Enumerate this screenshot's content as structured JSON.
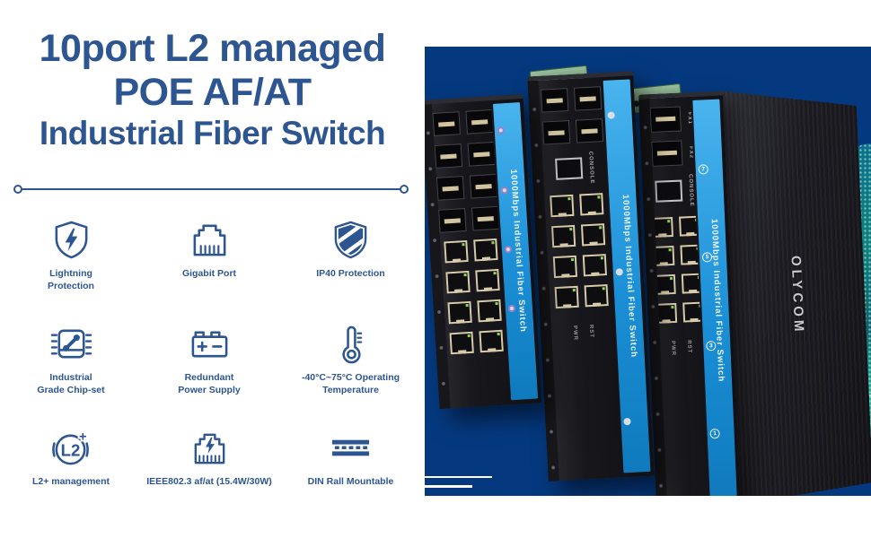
{
  "title": {
    "line1": "10port L2 managed",
    "line2": "POE AF/AT",
    "line3": "Industrial Fiber Switch"
  },
  "features": [
    {
      "icon": "shield-lightning-icon",
      "label": "Lightning\nProtection"
    },
    {
      "icon": "ethernet-port-icon",
      "label": "Gigabit Port"
    },
    {
      "icon": "shield-stripe-icon",
      "label": "IP40 Protection"
    },
    {
      "icon": "chipset-icon",
      "label": "Industrial\nGrade Chip-set"
    },
    {
      "icon": "battery-icon",
      "label": "Redundant\nPower Supply"
    },
    {
      "icon": "thermometer-icon",
      "label": "-40°C~75°C Operating\nTemperature"
    },
    {
      "icon": "l2-plus-icon",
      "label": "L2+ management"
    },
    {
      "icon": "poe-port-icon",
      "label": "IEEE802.3 af/at (15.4W/30W)"
    },
    {
      "icon": "din-rail-icon",
      "label": "DIN Rall Mountable"
    }
  ],
  "product": {
    "strip_label": "1000Mbps Industrial Fiber Switch",
    "brand": "OLYCOM",
    "console_label": "CONSOLE",
    "fx_labels": [
      "FX1",
      "FX2"
    ],
    "port_numbers": [
      "7",
      "5",
      "3",
      "1"
    ],
    "led_labels": [
      "PWR",
      "RST"
    ]
  },
  "colors": {
    "accent": "#2d5591",
    "photo_bg": "#05397f",
    "strip_blue": "#1f96dc",
    "terminal_green": "#7fac85"
  }
}
